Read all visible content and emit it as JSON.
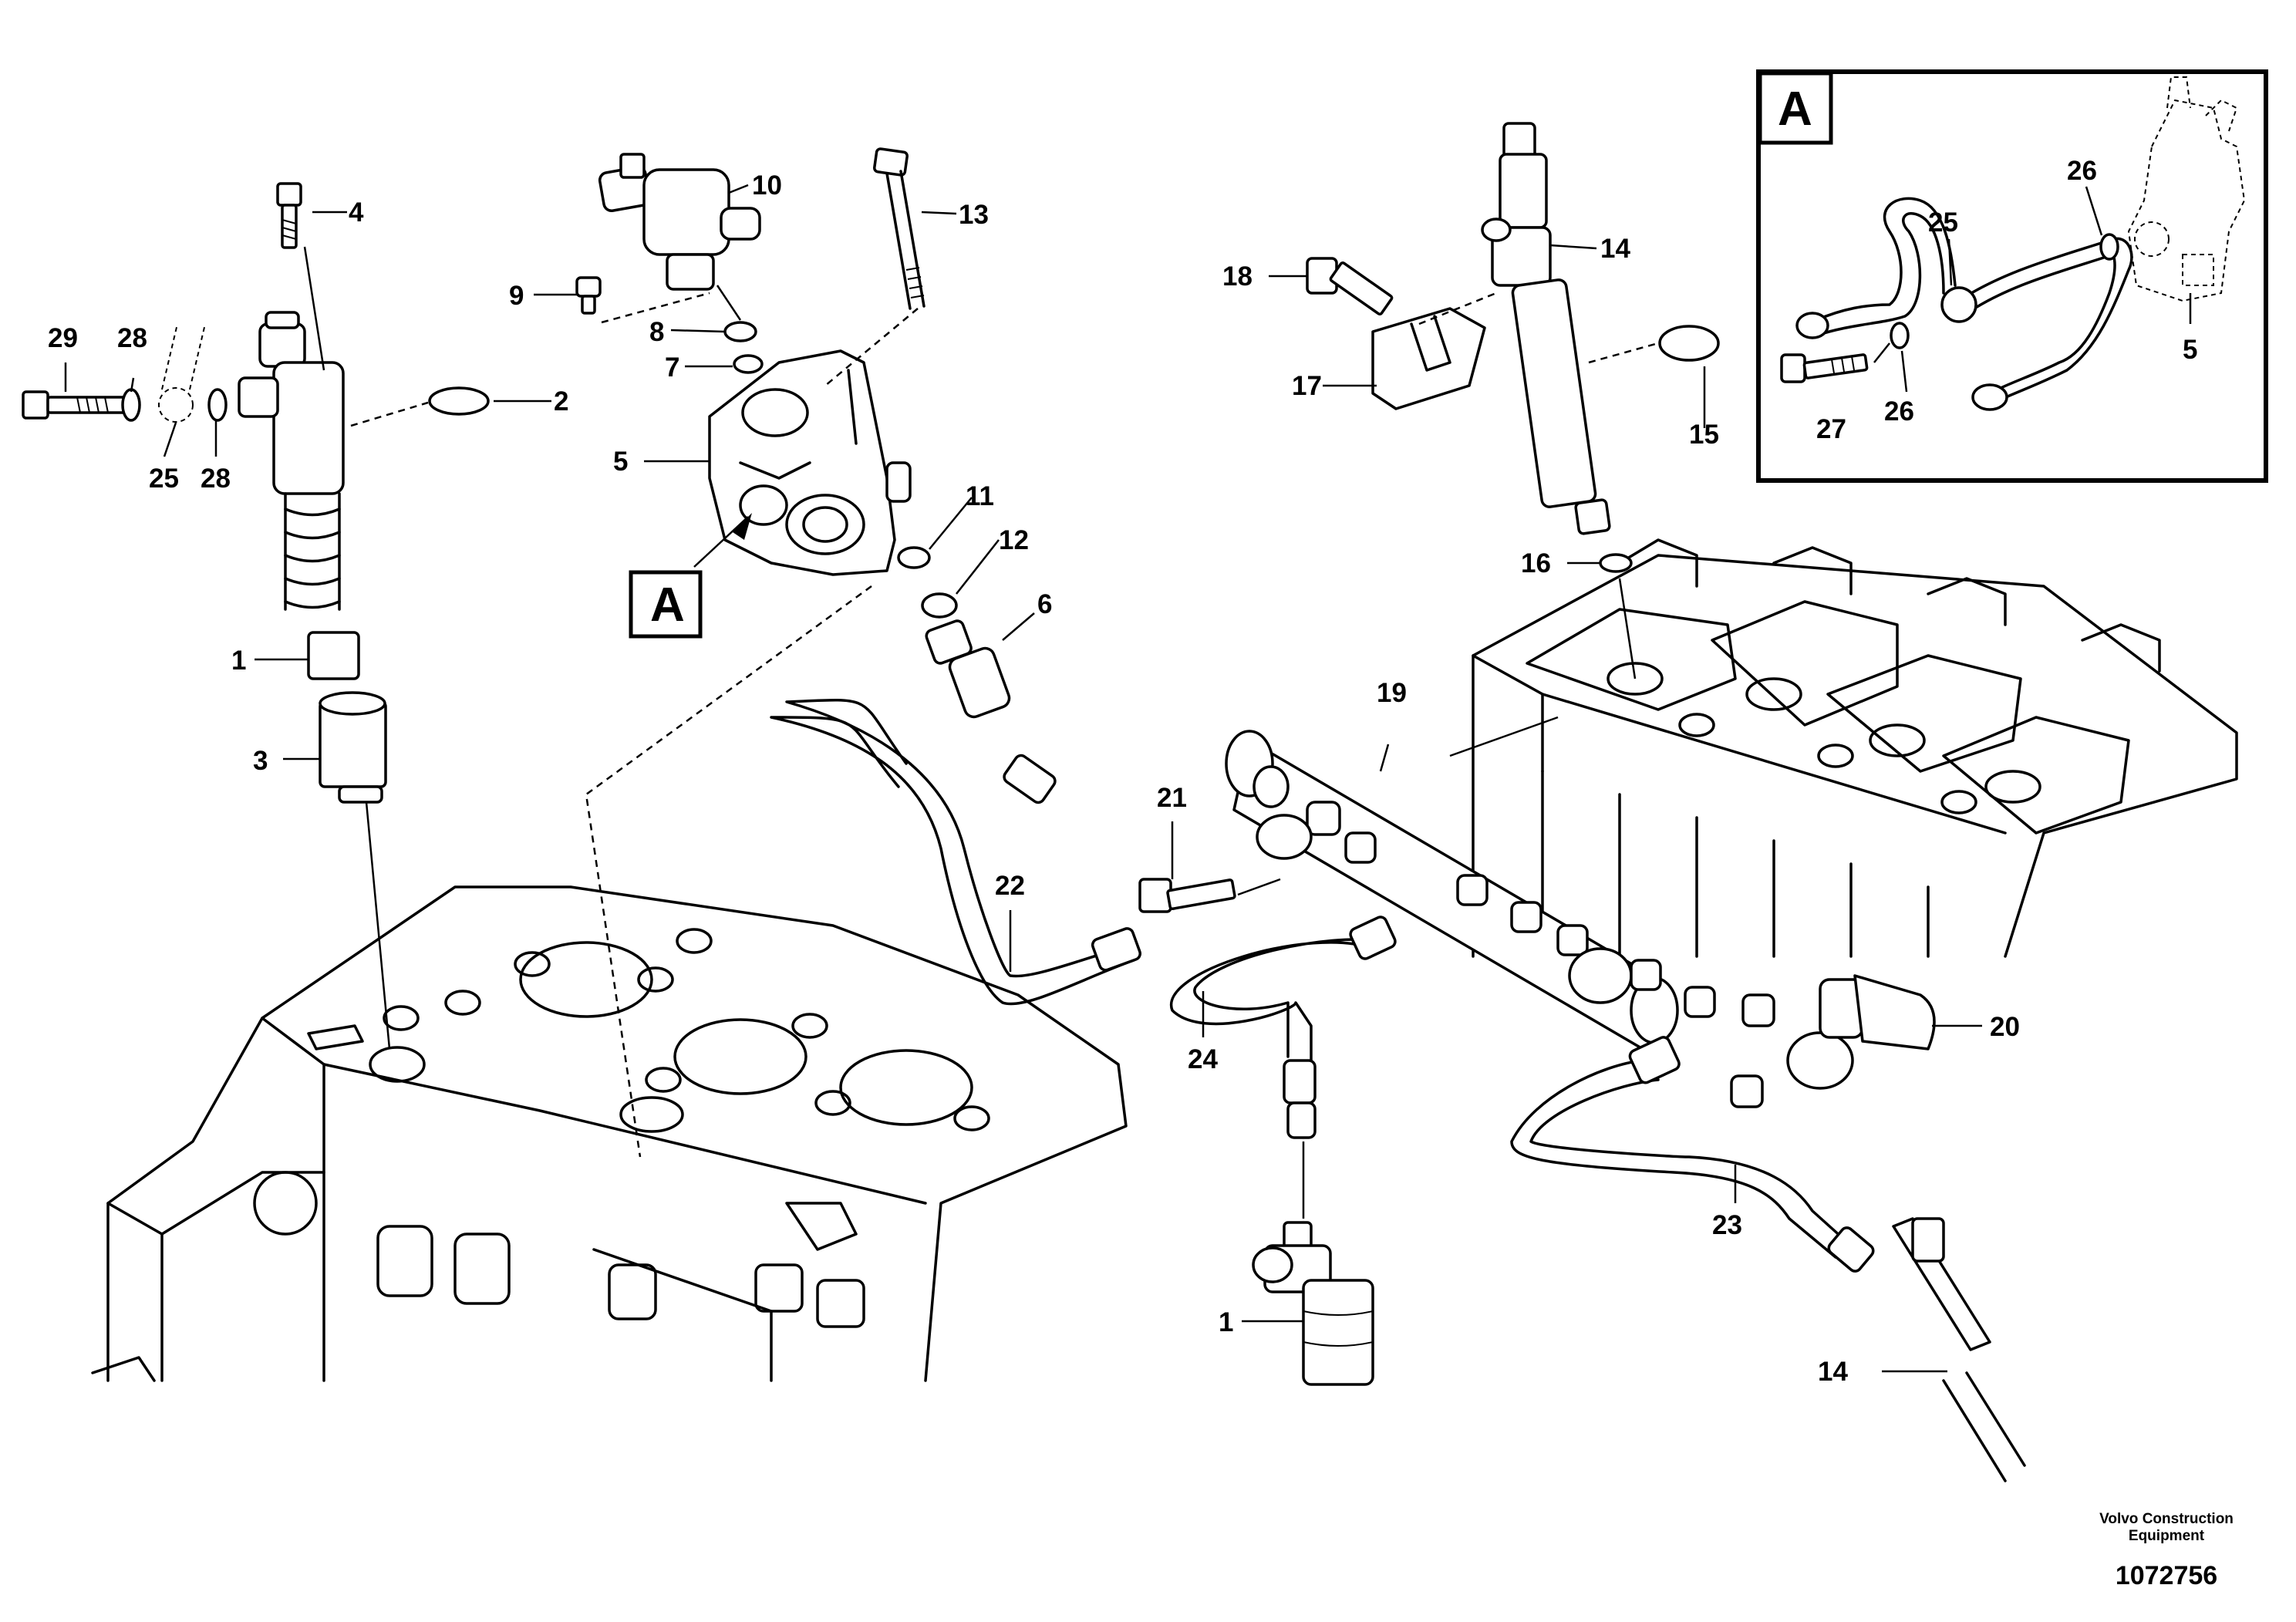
{
  "callouts": {
    "c1": "1",
    "c1b": "1",
    "c2": "2",
    "c3": "3",
    "c4": "4",
    "c5": "5",
    "c5b": "5",
    "c6": "6",
    "c7": "7",
    "c8": "8",
    "c9": "9",
    "c10": "10",
    "c11": "11",
    "c12": "12",
    "c13": "13",
    "c14": "14",
    "c14b": "14",
    "c15": "15",
    "c16": "16",
    "c17": "17",
    "c18": "18",
    "c19": "19",
    "c20": "20",
    "c21": "21",
    "c22": "22",
    "c23": "23",
    "c24": "24",
    "c25": "25",
    "c25b": "25",
    "c26": "26",
    "c26b": "26",
    "c27": "27",
    "c28": "28",
    "c28b": "28",
    "c29": "29"
  },
  "detail_view": {
    "label": "A"
  },
  "pump_detail_marker": {
    "label": "A"
  },
  "footer": {
    "brand": "Volvo Construction Equipment",
    "diagram_number": "1072756"
  }
}
